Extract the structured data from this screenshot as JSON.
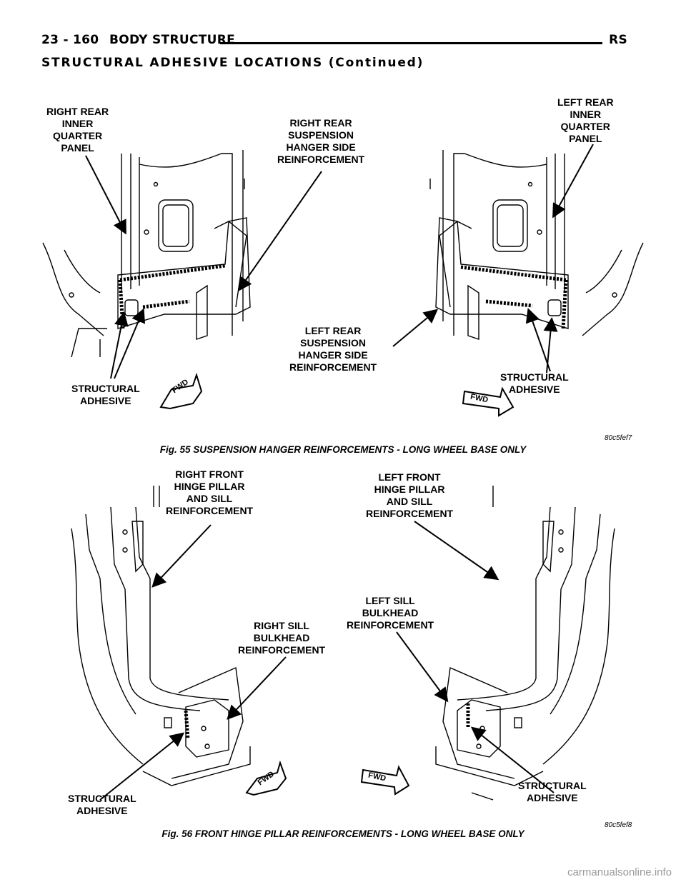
{
  "header": {
    "page_number": "23 - 160",
    "section": "BODY STRUCTURE",
    "model": "RS"
  },
  "section_title": "STRUCTURAL ADHESIVE LOCATIONS (Continued)",
  "figure55": {
    "labels": {
      "rr_inner_quarter": "RIGHT REAR\nINNER\nQUARTER\nPANEL",
      "rr_hanger": "RIGHT REAR\nSUSPENSION\nHANGER SIDE\nREINFORCEMENT",
      "lr_inner_quarter": "LEFT REAR\nINNER\nQUARTER\nPANEL",
      "lr_hanger": "LEFT REAR\nSUSPENSION\nHANGER SIDE\nREINFORCEMENT",
      "adhesive_left": "STRUCTURAL\nADHESIVE",
      "adhesive_right": "STRUCTURAL\nADHESIVE",
      "fwd_left": "FWD",
      "fwd_right": "FWD"
    },
    "code": "80c5fef7",
    "caption": "Fig. 55 SUSPENSION HANGER REINFORCEMENTS - LONG WHEEL BASE ONLY"
  },
  "figure56": {
    "labels": {
      "rf_pillar": "RIGHT FRONT\nHINGE PILLAR\nAND SILL\nREINFORCEMENT",
      "lf_pillar": "LEFT FRONT\nHINGE PILLAR\nAND SILL\nREINFORCEMENT",
      "r_sill": "RIGHT SILL\nBULKHEAD\nREINFORCEMENT",
      "l_sill": "LEFT SILL\nBULKHEAD\nREINFORCEMENT",
      "adhesive_left": "STRUCTURAL\nADHESIVE",
      "adhesive_right": "STRUCTURAL\nADHESIVE",
      "fwd_left": "FWD",
      "fwd_right": "FWD"
    },
    "code": "80c5fef8",
    "caption": "Fig. 56 FRONT HINGE PILLAR REINFORCEMENTS - LONG WHEEL BASE ONLY"
  },
  "watermark": "carmanualsonline.info"
}
